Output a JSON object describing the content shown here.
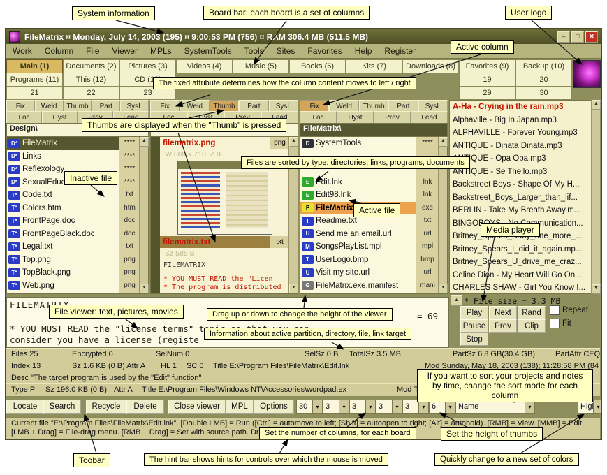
{
  "callouts": {
    "system_info": "System information",
    "board_bar": "Board bar: each board is a set of columns",
    "user_logo": "User logo",
    "active_column": "Active column",
    "fixed_attr": "The fixed attribute determines how the column content moves to left / right",
    "thumbs": "Thumbs are displayed when the \"Thumb\" is pressed",
    "inactive_file": "Inactive file",
    "sorted_by_type": "Files are sorted by type: directories, links, programs, documents",
    "active_file": "Active file",
    "media_player": "Media player",
    "file_viewer": "File viewer: text, pictures, movies",
    "drag_viewer": "Drag up or down to change the height of the viewer",
    "info_bars": "Information about active partition, directory, file, link target",
    "sort_mode": "If you want to sort your projects and notes by time, change the sort mode for each column",
    "columns_count": "Set the number of columns, for each board",
    "thumb_height": "Set the height of thumbs",
    "toolbar": "Toobar",
    "hint_bar": "The hint bar shows hints for controls over which the mouse is moved",
    "color_set": "Quickly change to a new set of colors"
  },
  "window": {
    "title": "FileMatrix ¤ Monday, July 14, 2003 (195) ¤ 9:00:53 PM (756) ¤ RAM 306.4 MB (511.5 MB)",
    "controls": {
      "minimize": "–",
      "maximize": "□",
      "close": "✕"
    }
  },
  "menu": [
    "Work",
    "Column",
    "File",
    "Viewer",
    "MPLs",
    "SystemTools",
    "Tools",
    "Sites",
    "Favorites",
    "Help",
    "Register"
  ],
  "boards": {
    "rows": [
      [
        {
          "label": "Main (1)",
          "active": true
        },
        {
          "label": "Documents (2)"
        },
        {
          "label": "Pictures (3)"
        },
        {
          "label": "Videos (4)"
        },
        {
          "label": "Music (5)"
        },
        {
          "label": "Books (6)"
        },
        {
          "label": "Kits (7)"
        },
        {
          "label": "Downloads (8)"
        },
        {
          "label": "Favorites (9)"
        },
        {
          "label": "Backup (10)"
        }
      ],
      [
        {
          "label": "Programs (11)"
        },
        {
          "label": "This (12)"
        },
        {
          "label": "CD (13)"
        },
        {
          "label": ""
        },
        {
          "label": ""
        },
        {
          "label": ""
        },
        {
          "label": ""
        },
        {
          "label": ""
        },
        {
          "label": "19"
        },
        {
          "label": "20"
        }
      ],
      [
        {
          "label": "21"
        },
        {
          "label": "22"
        },
        {
          "label": "23"
        },
        {
          "label": ""
        },
        {
          "label": ""
        },
        {
          "label": ""
        },
        {
          "label": ""
        },
        {
          "label": ""
        },
        {
          "label": "29"
        },
        {
          "label": "30"
        }
      ]
    ]
  },
  "column_header": {
    "row1": [
      "Fix",
      "Weld",
      "Thumb",
      "Part",
      "SysL"
    ],
    "row2": [
      "Loc",
      "Hyst",
      "Prev",
      "Lead"
    ]
  },
  "columns": {
    "col1": {
      "path": "Design\\",
      "pressed": [],
      "rows": [
        {
          "icon": "D*",
          "icon_bg": "#2a3bc8",
          "name": "FileMatrix",
          "ext": "****",
          "state": "selected"
        },
        {
          "icon": "D*",
          "icon_bg": "#2a3bc8",
          "name": "Links",
          "ext": "****"
        },
        {
          "icon": "D*",
          "icon_bg": "#2a3bc8",
          "name": "Reflexology",
          "ext": "****"
        },
        {
          "icon": "D*",
          "icon_bg": "#2a3bc8",
          "name": "SexualEducatio",
          "ext": "****"
        },
        {
          "icon": "T*",
          "icon_bg": "#2a3bc8",
          "name": "Code.txt",
          "ext": "txt"
        },
        {
          "icon": "T*",
          "icon_bg": "#2a3bc8",
          "name": "Colors.htm",
          "ext": "htm"
        },
        {
          "icon": "T*",
          "icon_bg": "#2a3bc8",
          "name": "FrontPage.doc",
          "ext": "doc"
        },
        {
          "icon": "T*",
          "icon_bg": "#2a3bc8",
          "name": "FrontPageBlack.doc",
          "ext": "doc"
        },
        {
          "icon": "T*",
          "icon_bg": "#2a3bc8",
          "name": "Legal.txt",
          "ext": "txt"
        },
        {
          "icon": "T*",
          "icon_bg": "#2a3bc8",
          "name": "Top.png",
          "ext": "png"
        },
        {
          "icon": "T*",
          "icon_bg": "#2a3bc8",
          "name": "TopBlack.png",
          "ext": "png"
        },
        {
          "icon": "T*",
          "icon_bg": "#2a3bc8",
          "name": "Web.png",
          "ext": "png"
        }
      ]
    },
    "col2": {
      "path": "",
      "pressed": [
        "Thumb"
      ],
      "items": [
        {
          "name": "filematrix.png",
          "ext": "png",
          "meta": "W 869 x 718; Z 9..."
        },
        {
          "name": "filematrix.txt",
          "ext": "txt",
          "meta": "Sz 585 B",
          "preview": [
            "FILEMATRIX",
            "",
            "* YOU MUST READ the \"Licen",
            "* The program is distributed"
          ]
        }
      ]
    },
    "col3": {
      "path": "FileMatrix\\",
      "pressed": [
        "Fix"
      ],
      "rows": [
        {
          "icon": "D",
          "icon_bg": "#30303a",
          "name": "SystemTools",
          "ext": "****"
        },
        {
          "icon": "",
          "name": "",
          "ext": ""
        },
        {
          "icon": "",
          "name": "",
          "ext": ""
        },
        {
          "icon": "E",
          "icon_bg": "#2faa2f",
          "name": "Edit.lnk",
          "ext": "lnk"
        },
        {
          "icon": "E",
          "icon_bg": "#2faa2f",
          "name": "Edit98.lnk",
          "ext": "lnk"
        },
        {
          "icon": "P",
          "icon_bg": "#e8df2e",
          "icon_fg": "#000",
          "name": "FileMatrix...",
          "ext": "exe",
          "state": "active"
        },
        {
          "icon": "T",
          "icon_bg": "#2a3bc8",
          "name": "Readme.txt",
          "ext": "txt"
        },
        {
          "icon": "U",
          "icon_bg": "#2a3bc8",
          "name": "Send me an email.url",
          "ext": "url"
        },
        {
          "icon": "M",
          "icon_bg": "#2a3bc8",
          "name": "SongsPlayList.mpl",
          "ext": "mpl"
        },
        {
          "icon": "T",
          "icon_bg": "#2a3bc8",
          "name": "UserLogo.bmp",
          "ext": "bmp"
        },
        {
          "icon": "U",
          "icon_bg": "#2a3bc8",
          "name": "Visit my site.url",
          "ext": "url"
        },
        {
          "icon": "G",
          "icon_bg": "#777777",
          "name": "FileMatrix.exe.manifest",
          "ext": "mani"
        }
      ]
    }
  },
  "playlist": [
    "A-Ha - Crying in the rain.mp3",
    "Alphaville - Big In Japan.mp3",
    "ALPHAVILLE - Forever Young.mp3",
    "ANTIQUE - Dinata Dinata.mp3",
    "ANTIQUE - Opa Opa.mp3",
    "ANTIQUE - Se Thello.mp3",
    "Backstreet Boys - Shape Of My H...",
    "Backstreet_Boys_Larger_than_lif...",
    "BERLIN - Take My Breath Away.m...",
    "BINGOBOYS - No Communication...",
    "Britney_Spears_Baby_one_more_...",
    "Britney_Spears_I_did_it_again.mp...",
    "Britney_Spears_U_drive_me_craz...",
    "Celine Dion - My Heart Will Go On...",
    "CHARLES SHAW - Girl You Know I..."
  ],
  "viewer": {
    "lines": [
      "FILEMATRIX"
    ],
    "line2": "* YOU MUST READ the \"license terms\" topic so that you can",
    "line3": "consider you have a license (registe",
    "snippet": "= 69",
    "collapse": "▲",
    "file_size": "* File size = 3.3 MB"
  },
  "media": {
    "buttons": [
      [
        "Play",
        "Next",
        "Rand"
      ],
      [
        "Pause",
        "Prev",
        "Clip"
      ],
      [
        "Stop"
      ]
    ],
    "checkboxes": [
      {
        "label": "Repeat",
        "checked": false
      },
      {
        "label": "Fit",
        "checked": false
      }
    ]
  },
  "info_bars": {
    "bar1": [
      "Files 25",
      "Encrypted 0",
      "SelNum 0",
      "SelSz 0 B",
      "TotalSz 3.5 MB",
      "PartSz 6.8 GB(30.4 GB)",
      "PartAttr CEQRpSSf"
    ],
    "bar2": [
      "Index 13",
      "Sz 1.6 KB (0 B) Attr A",
      "HL 1",
      "SC 0",
      "Title E:\\Program Files\\FileMatrix\\Edit.lnk",
      "Mod Sunday, May 18, 2003 (138); 11:28:58 PM (84"
    ],
    "bar3": [
      "Desc \"The target program is used by the \"Edit\" function\""
    ],
    "bar4": [
      "Type P",
      "Sz 196.0 KB (0 B)",
      "Attr A",
      "Title E:\\Program Files\\Windows NT\\Accessories\\wordpad.ex",
      "Mod Thursday, August 2"
    ]
  },
  "toolbar": {
    "buttons": [
      "Locate",
      "Search",
      "Recycle",
      "Delete",
      "Close viewer",
      "MPL",
      "Options"
    ],
    "selects": [
      {
        "value": "30"
      },
      {
        "value": "3"
      },
      {
        "value": "3"
      },
      {
        "value": "3"
      },
      {
        "value": "3"
      },
      {
        "value": "6"
      },
      {
        "value": "Name"
      },
      {
        "value": "High"
      }
    ]
  },
  "hint": {
    "line1": "Current file \"E:\\Program Files\\FileMatrix\\Edit.lnk\". [Double LMB] = Run ([Ctrl] = automove to left; [Shift] = autoopen to right; [Alt] = autohold). [RMB] = View. [MMB] = Edit.",
    "line2": "[LMB + Drag] = File-drag menu. [RMB + Drag] = Set with source path. Dro"
  },
  "colors": {
    "window_olive": "#8f8f5e",
    "active_board": "#d9ba62",
    "selected_row": "#565630",
    "active_file_row": "#efa24e",
    "playing_red": "#c21500",
    "callout_yellow": "#ffffc2"
  }
}
